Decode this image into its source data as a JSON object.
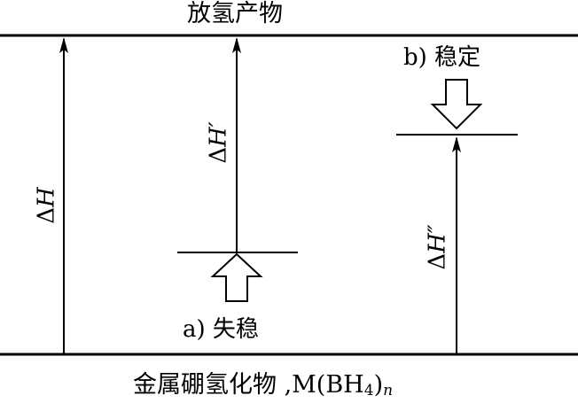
{
  "labels": {
    "top": "放氢产物",
    "bottom_text": "金属硼氢化物 ,M(BH",
    "bottom_sub1": "4",
    "bottom_close": ")",
    "bottom_sub2": "n",
    "case_a": "a) 失稳",
    "case_b": "b) 稳定",
    "delta": "Δ",
    "h_main": "H",
    "h_prime": "H′",
    "h_dprime": "H″"
  },
  "colors": {
    "line": "#000000",
    "background": "#ffffff"
  }
}
